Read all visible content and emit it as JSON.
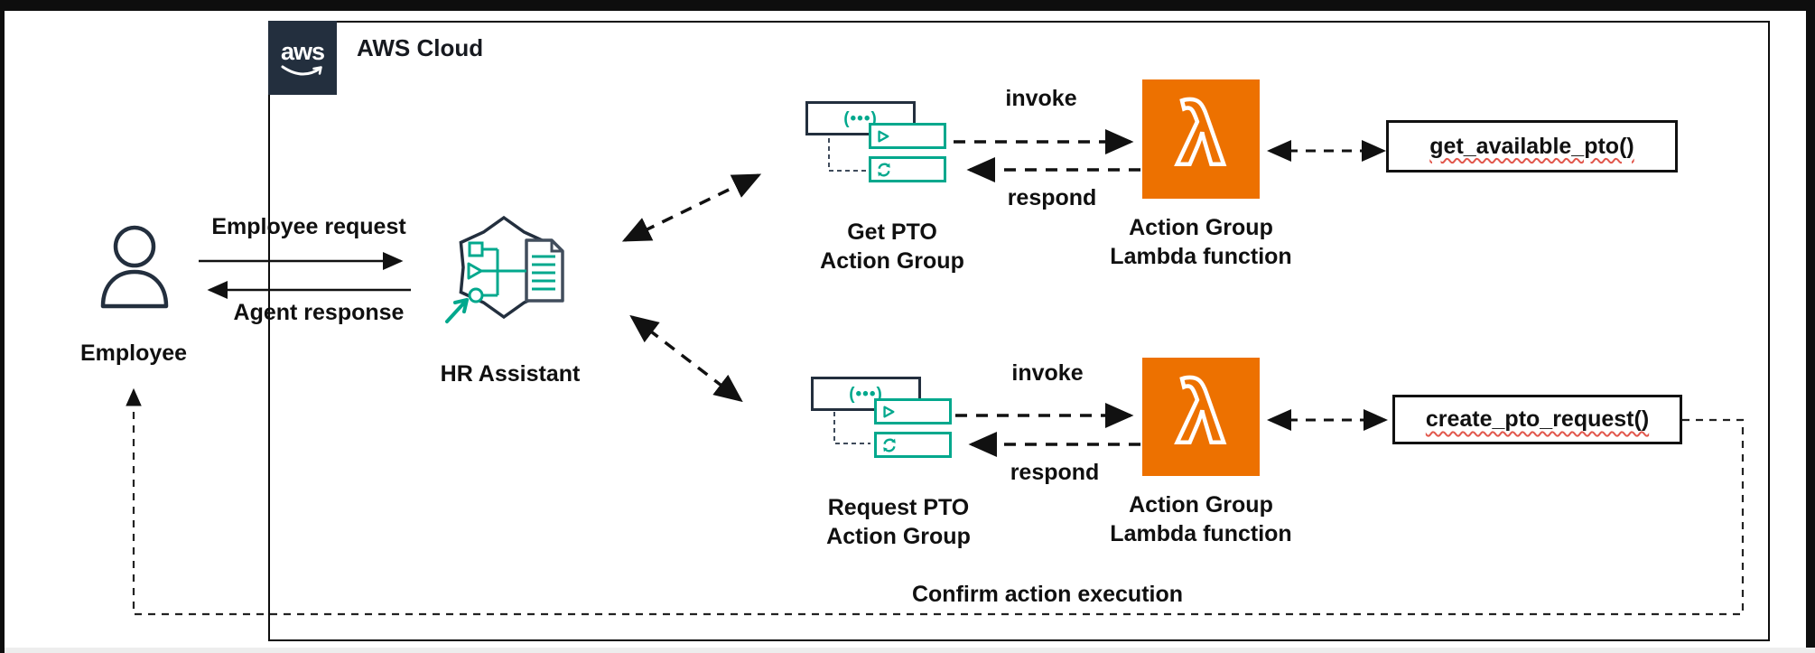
{
  "header": {
    "aws_logo_text": "aws",
    "aws_cloud_label": "AWS Cloud"
  },
  "colors": {
    "navy": "#232F3E",
    "teal": "#01A88D",
    "lambda_orange": "#ED7100",
    "line_black": "#111111",
    "squiggle_red": "#E2574C"
  },
  "employee": {
    "label": "Employee"
  },
  "hr_assistant": {
    "label": "HR Assistant"
  },
  "flows": {
    "employee_request": "Employee request",
    "agent_response": "Agent response",
    "confirm_action": "Confirm action execution"
  },
  "icons": {
    "lambda_glyph": "λ",
    "api_glyph": "(•••)"
  },
  "rows": [
    {
      "action_group_line1": "Get PTO",
      "action_group_line2": "Action Group",
      "invoke_label": "invoke",
      "respond_label": "respond",
      "lambda_line1": "Action Group",
      "lambda_line2": "Lambda function",
      "function_name": "get_available_pto()"
    },
    {
      "action_group_line1": "Request PTO",
      "action_group_line2": "Action Group",
      "invoke_label": "invoke",
      "respond_label": "respond",
      "lambda_line1": "Action Group",
      "lambda_line2": "Lambda function",
      "function_name": "create_pto_request()"
    }
  ]
}
